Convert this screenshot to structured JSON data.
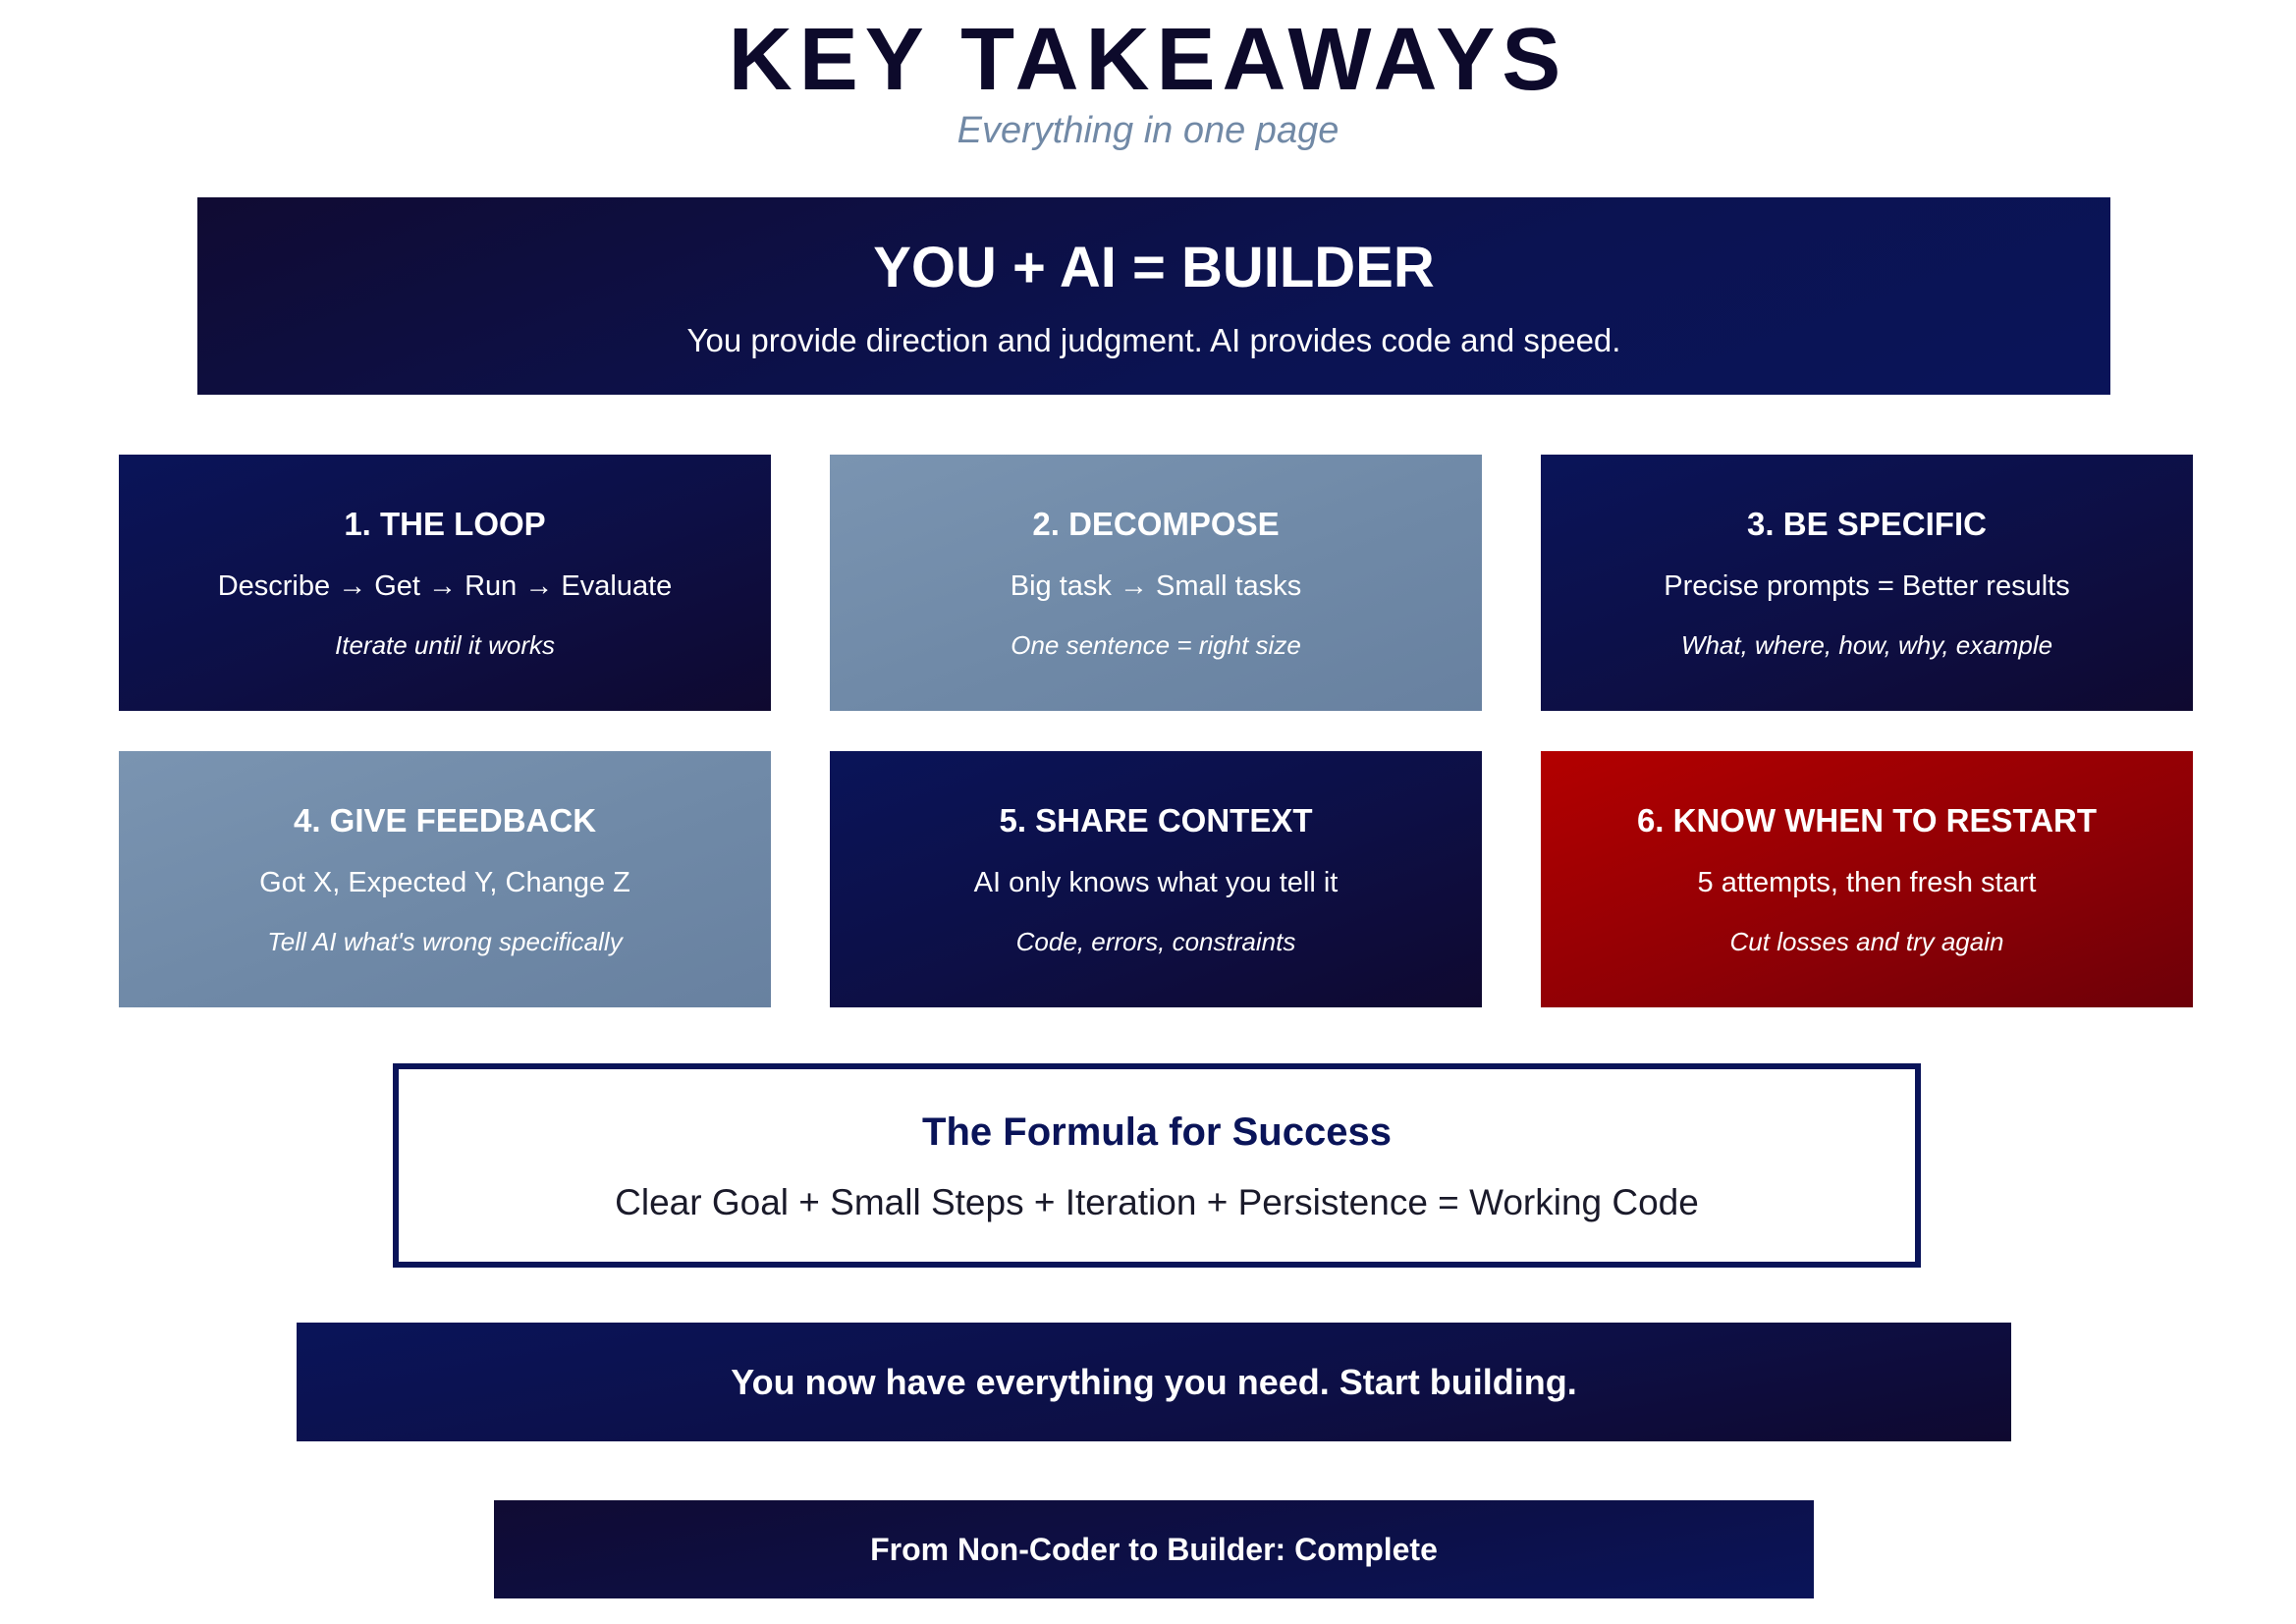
{
  "header": {
    "title": "KEY TAKEAWAYS",
    "subtitle": "Everything in one page"
  },
  "hero": {
    "heading": "YOU + AI = BUILDER",
    "subtext": "You provide direction and judgment. AI provides code and speed."
  },
  "cards": [
    {
      "title": "1. THE LOOP",
      "desc": "Describe → Get → Run → Evaluate",
      "note": "Iterate until it works",
      "style": "dark"
    },
    {
      "title": "2. DECOMPOSE",
      "desc": "Big task → Small tasks",
      "note": "One sentence = right size",
      "style": "light"
    },
    {
      "title": "3. BE SPECIFIC",
      "desc": "Precise prompts = Better results",
      "note": "What, where, how, why, example",
      "style": "dark"
    },
    {
      "title": "4. GIVE FEEDBACK",
      "desc": "Got X, Expected Y, Change Z",
      "note": "Tell AI what's wrong specifically",
      "style": "light"
    },
    {
      "title": "5. SHARE CONTEXT",
      "desc": "AI only knows what you tell it",
      "note": "Code, errors, constraints",
      "style": "dark"
    },
    {
      "title": "6. KNOW WHEN TO RESTART",
      "desc": "5 attempts, then fresh start",
      "note": "Cut losses and try again",
      "style": "red"
    }
  ],
  "formula": {
    "title": "The Formula for Success",
    "equation": "Clear Goal + Small Steps + Iteration + Persistence = Working Code"
  },
  "cta": {
    "banner": "You now have everything you need. Start building.",
    "footer": "From Non-Coder to Builder: Complete"
  },
  "colors": {
    "navy": "#0a1459",
    "dark_navy": "#0f0930",
    "slate": "#7189a6",
    "red": "#b30000",
    "title": "#0d0a2b"
  }
}
